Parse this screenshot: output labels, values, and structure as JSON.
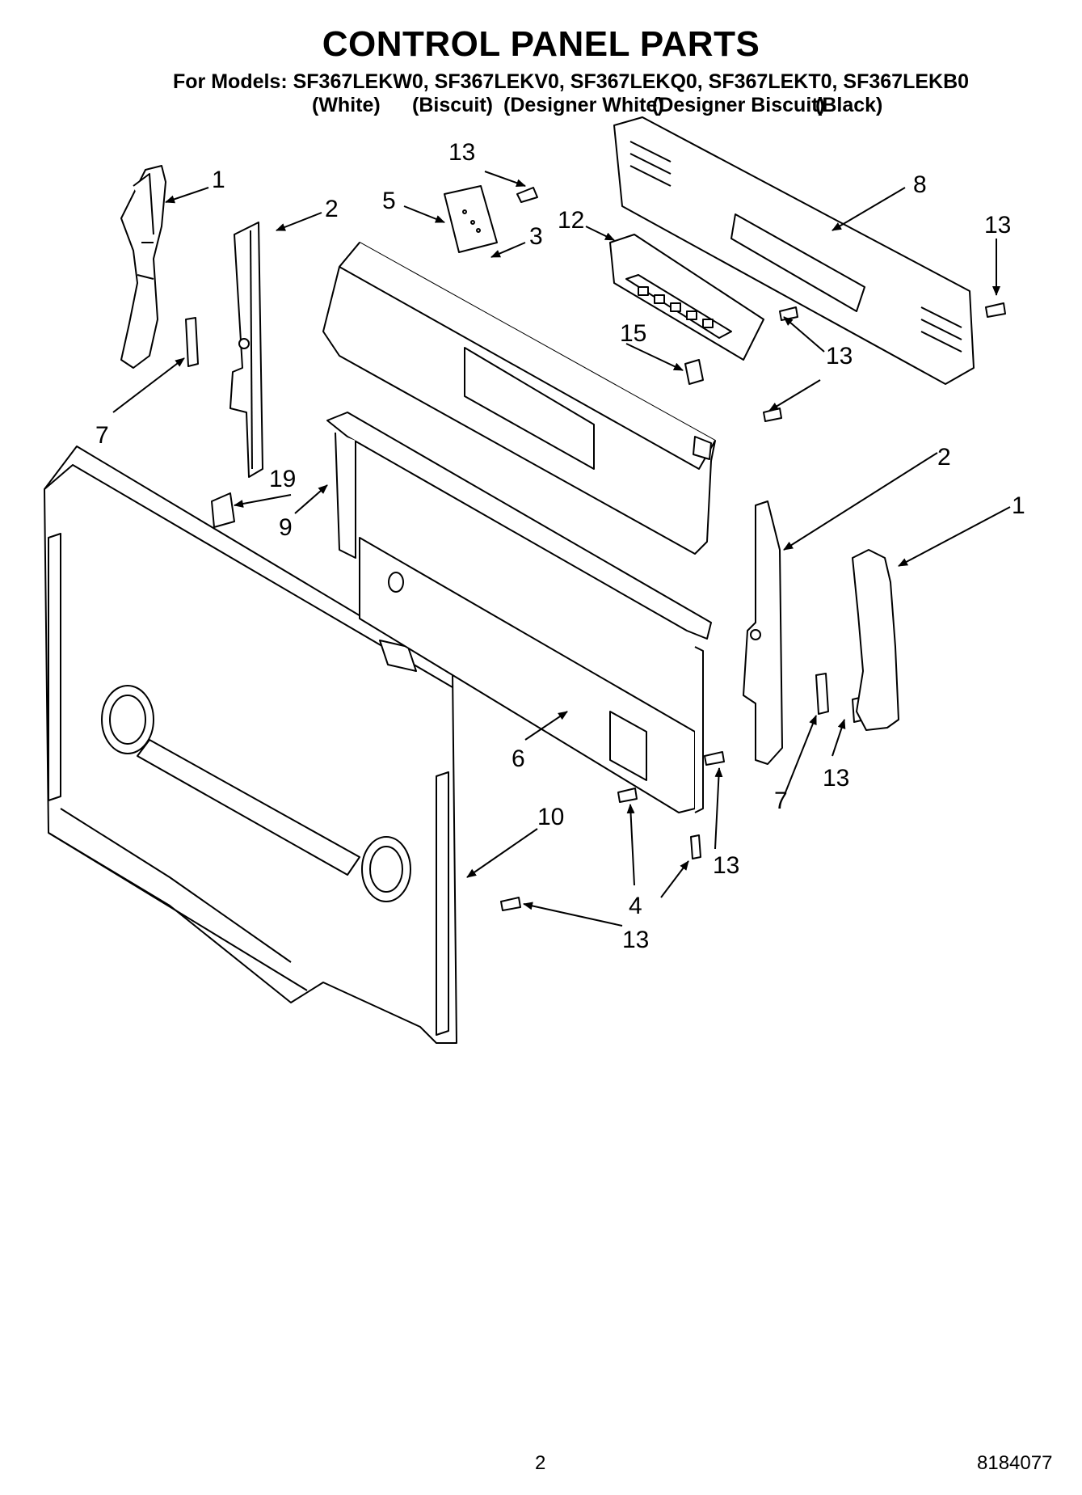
{
  "header": {
    "title": "CONTROL PANEL PARTS",
    "models_line": "For Models: SF367LEKW0, SF367LEKV0, SF367LEKQ0, SF367LEKT0, SF367LEKB0",
    "colors": [
      "(White)",
      "(Biscuit)",
      "(Designer White)",
      "(Designer Biscuit)",
      "(Black)"
    ]
  },
  "callouts": {
    "c1_left": "1",
    "c2_left": "2",
    "c13_top": "13",
    "c5": "5",
    "c3": "3",
    "c12": "12",
    "c8": "8",
    "c13_right": "13",
    "c15": "15",
    "c13_mid": "13",
    "c7_left": "7",
    "c13_screw": "13",
    "c19": "19",
    "c9": "9",
    "c2_right": "2",
    "c1_right": "1",
    "c6": "6",
    "c13_lower": "13",
    "c7_right": "7",
    "c13_side": "13",
    "c10": "10",
    "c4": "4",
    "c13_bottom": "13"
  },
  "footer": {
    "page_number": "2",
    "doc_number": "8184077"
  }
}
